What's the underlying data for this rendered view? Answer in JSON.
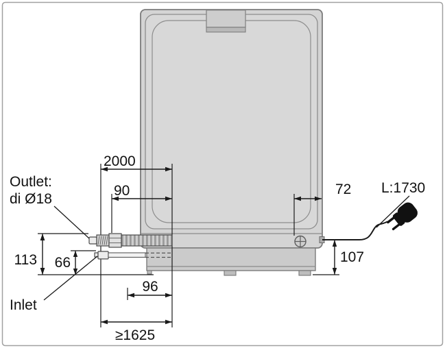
{
  "diagram": {
    "labels": {
      "outlet_line1": "Outlet:",
      "outlet_line2": "di Ø18",
      "inlet": "Inlet",
      "cable_length": "L:1730"
    },
    "dimensions": {
      "drain_hose_length": "2000",
      "drain_stub": "90",
      "cable_offset": "72",
      "drain_height": "113",
      "inlet_height": "66",
      "cable_height": "107",
      "inlet_offset": "96",
      "min_distance": "≥1625"
    },
    "colors": {
      "body_fill": "#d4d4d4",
      "body_stroke": "#7b7b7b",
      "line": "#1a1a1a",
      "plug": "#111111"
    }
  }
}
